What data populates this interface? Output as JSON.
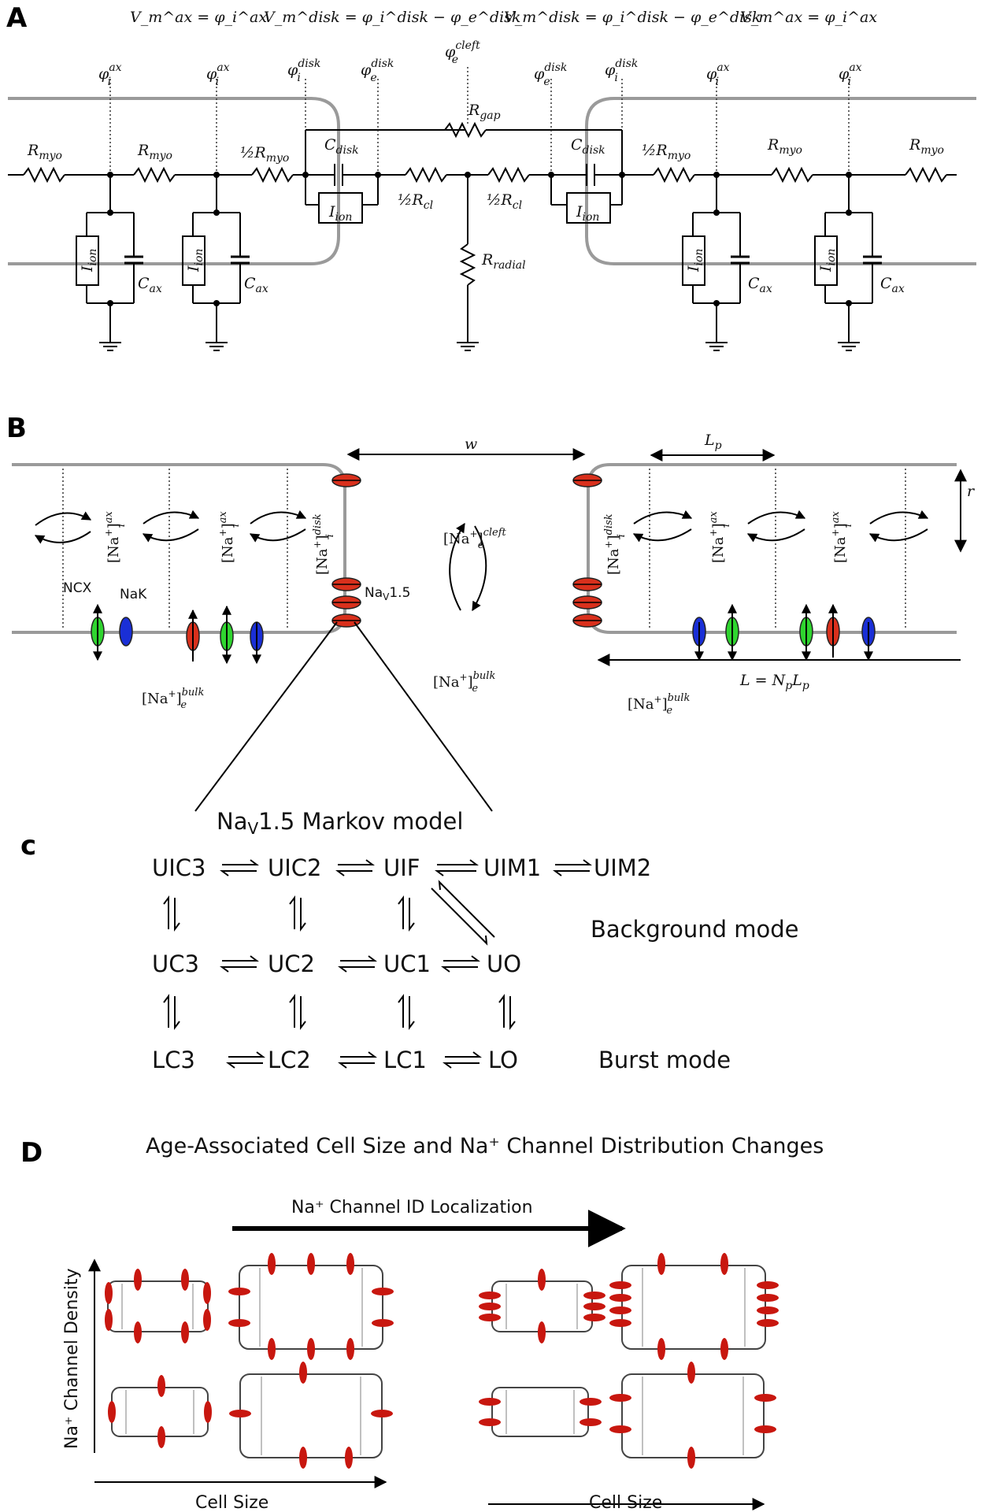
{
  "panels": {
    "a": "A",
    "b": "B",
    "c": "c",
    "d": "D"
  },
  "panel_a": {
    "eq1": "V_m^ax = φ_i^ax",
    "eq2": "V_m^disk = φ_i^disk − φ_e^disk",
    "eq3": "V_m^disk = φ_i^disk − φ_e^disk",
    "eq4": "V_m^ax = φ_i^ax",
    "phi_i_ax": "φ",
    "sup_ax": "ax",
    "sub_i": "i",
    "sup_disk": "disk",
    "sub_e": "e",
    "sup_cleft": "cleft",
    "R": "R",
    "sub_myo": "myo",
    "sub_gap": "gap",
    "sub_cl": "cl",
    "sub_radial": "radial",
    "C": "C",
    "sub_disk": "disk",
    "sub_ax": "ax",
    "I": "I",
    "sub_ion": "ion",
    "half": "½"
  },
  "panel_b": {
    "w": "w",
    "Lp": "L",
    "sub_p": "p",
    "r": "r",
    "L_eq": "L = N",
    "ncx": "NCX",
    "nak": "NaK",
    "nav": "Na",
    "nav_sub": "V",
    "nav_suffix": "1.5",
    "na": "[Na",
    "plus": "+",
    "bracket": "]",
    "sup_ax": "ax",
    "sup_disk": "disk",
    "sup_cleft": "cleft",
    "sup_bulk": "bulk",
    "sub_i": "i",
    "sub_e": "e",
    "colors": {
      "nav": "#d9301c",
      "ncx": "#2fd52f",
      "nak": "#1a2fd6",
      "membrane": "#9a9a9a"
    }
  },
  "panel_c": {
    "title_pre": "Na",
    "title_sub": "V",
    "title_post": "1.5 Markov model",
    "rows": [
      [
        "UIC3",
        "UIC2",
        "UIF",
        "UIM1",
        "UIM2"
      ],
      [
        "UC3",
        "UC2",
        "UC1",
        "UO"
      ],
      [
        "LC3",
        "LC2",
        "LC1",
        "LO"
      ]
    ],
    "background_mode": "Background mode",
    "burst_mode": "Burst mode"
  },
  "panel_d": {
    "title": "Age-Associated Cell Size and Na⁺ Channel Distribution Changes",
    "localization": "Na⁺ Channel ID Localization",
    "y_axis": "Na⁺ Channel Density",
    "x_axis_left": "Cell Size",
    "x_axis_right": "Cell Size"
  }
}
